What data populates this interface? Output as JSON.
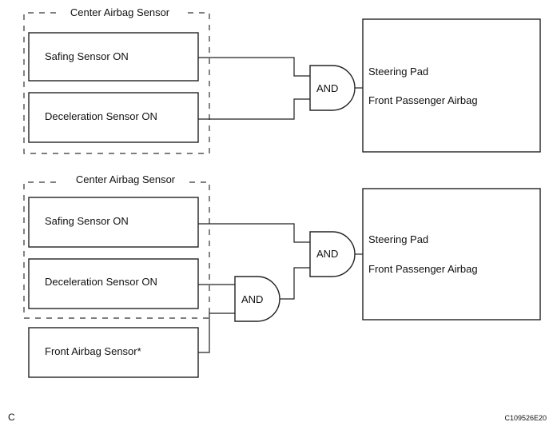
{
  "diagram_top": {
    "group_label": "Center Airbag Sensor",
    "safing_label": "Safing Sensor ON",
    "decel_label": "Deceleration Sensor ON",
    "gate_label": "AND",
    "output_line1": "Steering Pad",
    "output_line2": "Front Passenger Airbag"
  },
  "diagram_bottom": {
    "group_label": "Center Airbag Sensor",
    "safing_label": "Safing Sensor ON",
    "decel_label": "Deceleration Sensor ON",
    "front_sensor_label": "Front Airbag Sensor*",
    "gate1_label": "AND",
    "gate2_label": "AND",
    "output_line1": "Steering Pad",
    "output_line2": "Front Passenger Airbag"
  },
  "footer": {
    "left_letter": "C",
    "figure_code": "C109526E20"
  }
}
